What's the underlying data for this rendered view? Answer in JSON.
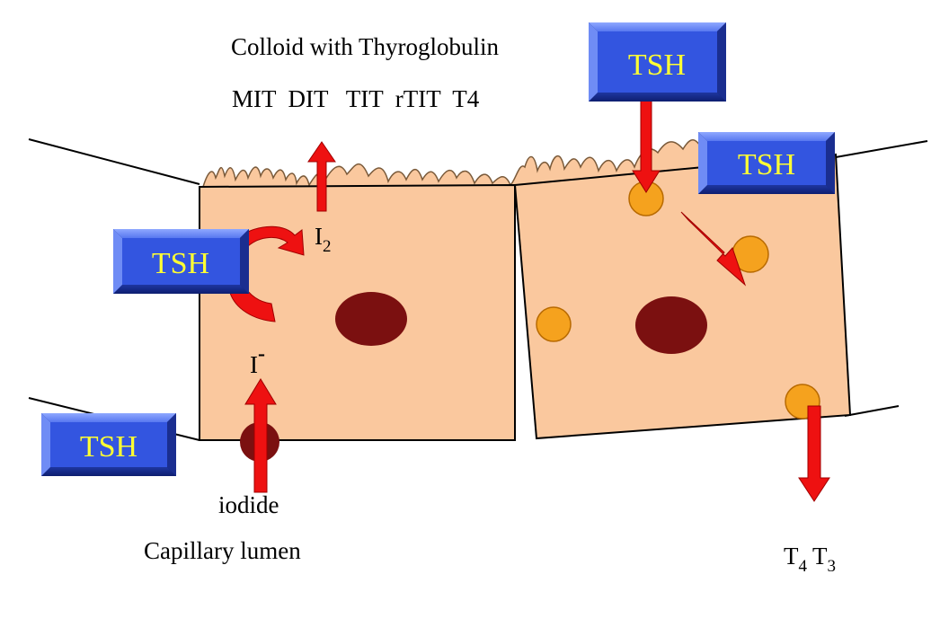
{
  "labels": {
    "colloid": "Colloid with Thyroglobulin",
    "iodinated_compounds": "MIT  DIT   TIT  rTIT  T4",
    "i2_base": "I",
    "i2_sub": "2",
    "iodide_ion_base": "I",
    "iodide_ion_sup": "-",
    "iodide": "iodide",
    "capillary": "Capillary lumen",
    "t4_base": "T",
    "t4_sub": "4",
    "t3_base": "T",
    "t3_sub": "3"
  },
  "tsh_boxes": [
    {
      "label": "TSH"
    },
    {
      "label": "TSH"
    },
    {
      "label": "TSH"
    },
    {
      "label": "TSH"
    }
  ],
  "colors": {
    "cell_fill": "#FAC89E",
    "nucleus": "#7B1010",
    "vesicle": "#F5A21E",
    "arrow": "#EE1111",
    "tsh_box": "#3355E0",
    "tsh_text": "#FFFF33",
    "outline": "#000000"
  },
  "icons": [
    "up-arrow-icon",
    "down-arrow-icon",
    "diagonal-arrow-icon",
    "curved-arrow-icon"
  ]
}
